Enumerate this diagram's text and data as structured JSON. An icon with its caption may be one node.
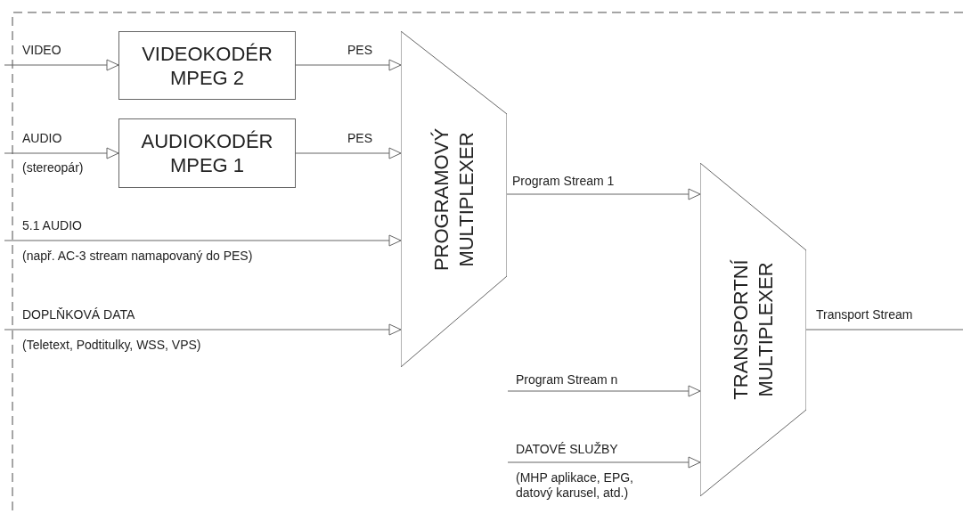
{
  "diagram": {
    "nodes": [
      {
        "text": [
          "VIDEOKODÉR MPEG 2"
        ]
      },
      {
        "text": [
          "AUDIOKODÉR MPEG 1"
        ]
      },
      {
        "text": [
          "PROGRAMOVÝ MULTIPLEXER"
        ]
      },
      {
        "text": [
          "TRANSPORTNÍ MULTIPLEXER"
        ]
      }
    ],
    "edges": [
      {
        "from": null,
        "to": 0,
        "arrow": "to",
        "label": "VIDEO"
      },
      {
        "from": 0,
        "to": 2,
        "arrow": "to",
        "label": "PES"
      },
      {
        "from": null,
        "to": 1,
        "arrow": "to",
        "label": "AUDIO"
      },
      {
        "from": 1,
        "to": 2,
        "arrow": "to",
        "label": "PES"
      },
      {
        "from": null,
        "to": 2,
        "arrow": "to",
        "label": "5.1 AUDIO"
      },
      {
        "from": null,
        "to": 2,
        "arrow": "to",
        "label": "DOPLŇKOVÁ DATA"
      },
      {
        "from": 2,
        "to": 3,
        "arrow": "to",
        "label": "Program Stream 1"
      },
      {
        "from": null,
        "to": 3,
        "arrow": "to",
        "label": "Program Stream n"
      },
      {
        "from": null,
        "to": 3,
        "arrow": "to",
        "label": "DATOVÉ SLUŽBY"
      },
      {
        "from": 3,
        "to": null,
        "arrow": "none",
        "label": "Transport Stream"
      }
    ],
    "labels": [
      "(stereopár)",
      "(např. AC-3 stream namapovaný do PES)",
      "(Teletext, Podtitulky, WSS, VPS)",
      "(MHP aplikace, EPG, datový karusel, atd.)"
    ]
  }
}
